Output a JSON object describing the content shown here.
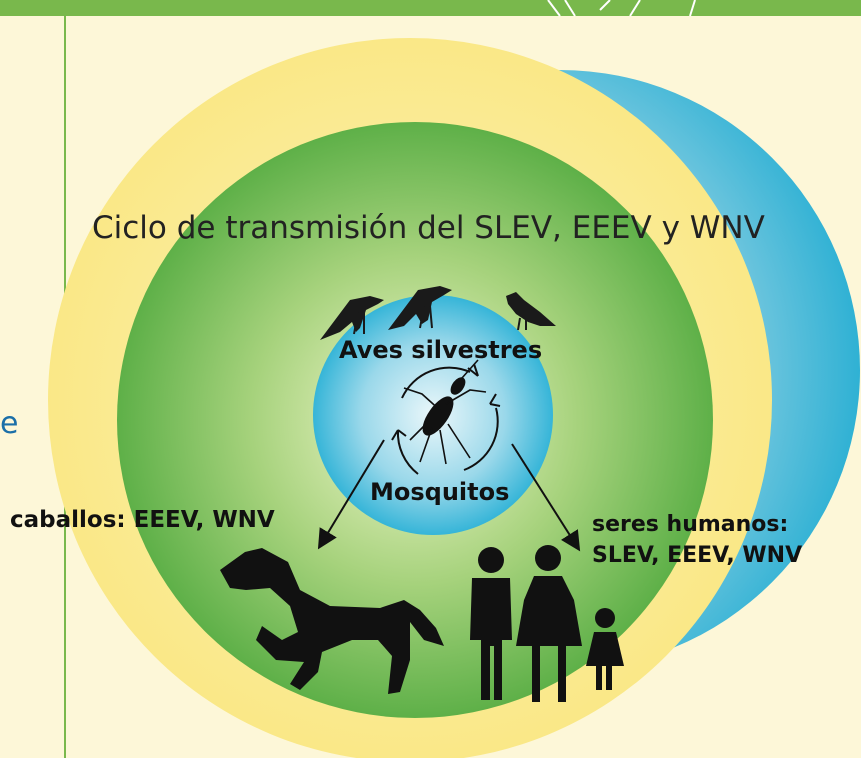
{
  "title": "Ciclo de transmisión del SLEV, EEEV y WNV",
  "birds_label": "Aves silvestres",
  "mosquitoes_label": "Mosquitos",
  "horses_label": "caballos: EEEV, WNV",
  "humans_label_line1": "seres humanos:",
  "humans_label_line2": "SLEV, EEEV, WNV",
  "sidebar_fragment": "e",
  "colors": {
    "header_green": "#79b84c",
    "page_background": "#fdf7d8",
    "outer_blue": "#35b5d6",
    "yellow_ring": "#fbec8f",
    "green_circle": "#69b74a",
    "inner_blue": "#3bb7d9"
  },
  "icons": [
    "bird-icon",
    "mosquito-icon",
    "cycle-arrows-icon",
    "horse-icon",
    "man-icon",
    "woman-icon",
    "child-icon"
  ]
}
